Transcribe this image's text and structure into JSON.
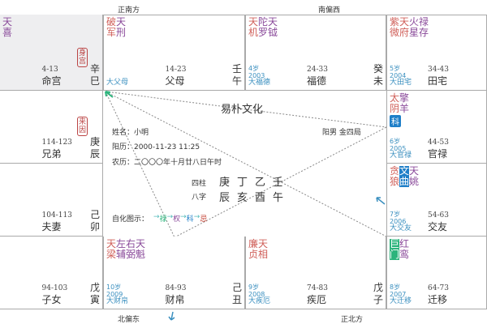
{
  "directions": {
    "top_left": "正南方",
    "top_right": "南偏西",
    "bottom_left": "北偏东",
    "bottom_right": "正北方"
  },
  "palaces": {
    "si": {
      "stars": [
        {
          "t": "天喜",
          "c": "pur"
        }
      ],
      "range": "4-13",
      "name": "命宫",
      "gan": "辛",
      "zhi": "巳",
      "tag": "身宫"
    },
    "wu": {
      "stars": [
        {
          "t": "破军",
          "c": "red"
        },
        {
          "t": "天刑",
          "c": "pur"
        }
      ],
      "range": "14-23",
      "name": "父母",
      "gan": "壬",
      "zhi": "午",
      "da": "大父母"
    },
    "wei": {
      "stars": [
        {
          "t": "天机",
          "c": "red"
        },
        {
          "t": "陀罗",
          "c": "pur"
        },
        {
          "t": "天钺",
          "c": "pur"
        }
      ],
      "range": "24-33",
      "name": "福德",
      "gan": "癸",
      "zhi": "未",
      "age": "4岁",
      "year": "2003",
      "da": "大福德"
    },
    "shen": {
      "stars": [
        {
          "t": "紫微",
          "c": "red"
        },
        {
          "t": "天府",
          "c": "red"
        },
        {
          "t": "火星",
          "c": "pur"
        },
        {
          "t": "禄存",
          "c": "pur"
        }
      ],
      "range": "34-43",
      "name": "田宅",
      "age": "5岁",
      "year": "2004",
      "da": "大田宅"
    },
    "you": {
      "stars": [
        {
          "t": "太阴",
          "c": "red"
        },
        {
          "t": "擎羊",
          "c": "pur"
        }
      ],
      "badge": "科",
      "range": "44-53",
      "name": "官禄",
      "age": "6岁",
      "year": "2005",
      "da": "大官禄"
    },
    "xu": {
      "stars": [
        {
          "t": "贪狼",
          "c": "red"
        },
        {
          "t": "文曲",
          "c": "hl-blue"
        },
        {
          "t": "天姚",
          "c": "pur"
        }
      ],
      "range": "54-63",
      "name": "交友",
      "age": "7岁",
      "year": "2006",
      "da": "大交友"
    },
    "hai": {
      "stars": [
        {
          "t": "巨门",
          "c": "hl-green"
        },
        {
          "t": "红鸾",
          "c": "pur"
        }
      ],
      "range": "64-73",
      "name": "迁移",
      "age": "8岁",
      "year": "2007",
      "da": "大迁移"
    },
    "zi": {
      "stars": [
        {
          "t": "廉贞",
          "c": "red"
        },
        {
          "t": "天相",
          "c": "red"
        }
      ],
      "range": "74-83",
      "name": "疾厄",
      "gan": "戊",
      "zhi": "子",
      "age": "9岁",
      "year": "2008",
      "da": "大疾厄"
    },
    "chou": {
      "stars": [
        {
          "t": "天梁",
          "c": "red"
        },
        {
          "t": "左辅",
          "c": "pur"
        },
        {
          "t": "右弼",
          "c": "pur"
        },
        {
          "t": "天魁",
          "c": "pur"
        }
      ],
      "range": "84-93",
      "name": "财帛",
      "gan": "己",
      "zhi": "丑",
      "age": "10岁",
      "year": "2009",
      "da": "大财帛"
    },
    "yin": {
      "stars": [],
      "range": "94-103",
      "name": "子女",
      "gan": "戊",
      "zhi": "寅"
    },
    "mao": {
      "stars": [],
      "range": "104-113",
      "name": "夫妻",
      "gan": "己",
      "zhi": "卯"
    },
    "chen": {
      "stars": [],
      "range": "114-123",
      "name": "兄弟",
      "gan": "庚",
      "zhi": "辰",
      "tag": "来因"
    }
  },
  "center": {
    "title": "易朴文化",
    "name": "姓名：小明",
    "solar": "阳历：2000-11-23 11:25",
    "lunar": "农历：二〇〇〇年十月廿八日午时",
    "gender": "阳男 金四局",
    "bazi_label1": "四柱",
    "bazi_label2": "八字",
    "stems": [
      "庚",
      "丁",
      "乙",
      "壬"
    ],
    "branches": [
      "辰",
      "亥",
      "酉",
      "午"
    ],
    "legend_label": "自化图示：",
    "legend": [
      {
        "t": "禄",
        "c": "#2cb47c"
      },
      {
        "t": "权",
        "c": "#8a4a9a"
      },
      {
        "t": "科",
        "c": "#1f7fc8"
      },
      {
        "t": "忌",
        "c": "#c0392b"
      }
    ]
  }
}
